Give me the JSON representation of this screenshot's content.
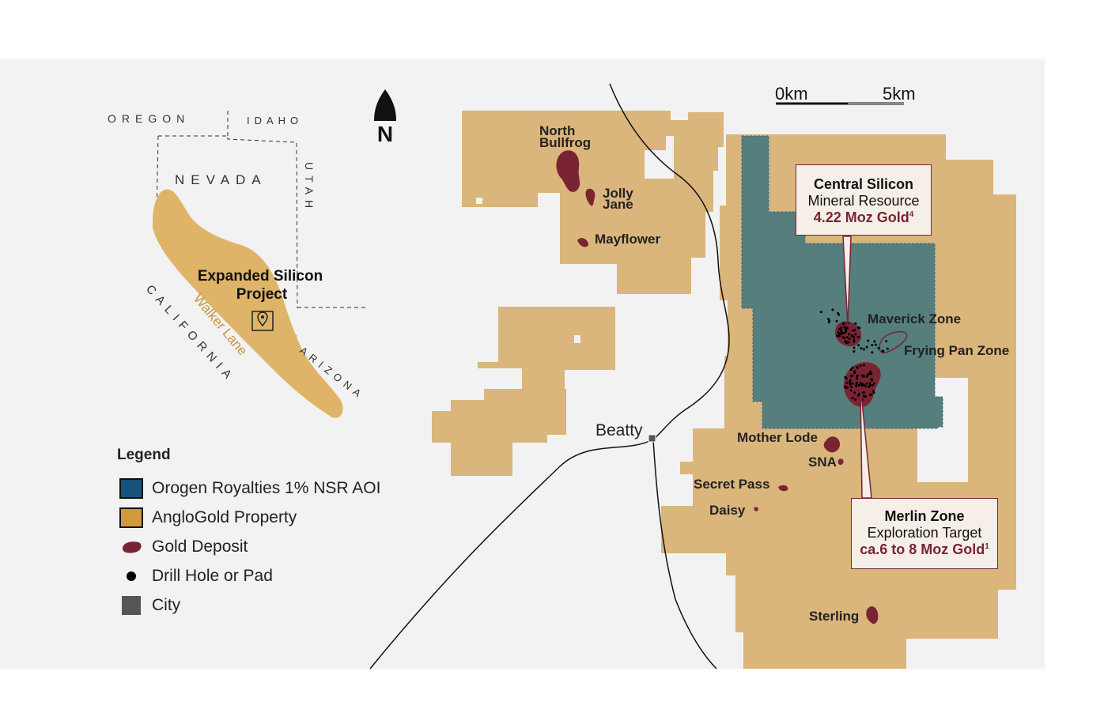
{
  "inset": {
    "states": [
      "OREGON",
      "IDAHO",
      "NEVADA",
      "UTAH",
      "CALIFORNIA",
      "ARIZONA"
    ],
    "project_label_line1": "Expanded Silicon",
    "project_label_line2": "Project",
    "trend_label": "Walker Lane"
  },
  "scale_bar": {
    "start": "0km",
    "end": "5km"
  },
  "north_letter": "N",
  "deposits": {
    "north_bullfrog_1": "North",
    "north_bullfrog_2": "Bullfrog",
    "jolly_jane_1": "Jolly",
    "jolly_jane_2": "Jane",
    "mayflower": "Mayflower",
    "maverick": "Maverick Zone",
    "frying_pan": "Frying Pan Zone",
    "mother_lode": "Mother Lode",
    "sna": "SNA",
    "secret_pass": "Secret Pass",
    "daisy": "Daisy",
    "sterling": "Sterling"
  },
  "city": "Beatty",
  "callouts": {
    "central": {
      "title": "Central Silicon",
      "subtitle": "Mineral Resource",
      "value": "4.22 Moz Gold",
      "note": "4"
    },
    "merlin": {
      "title": "Merlin Zone",
      "subtitle": "Exploration Target",
      "value": "ca.6 to 8 Moz Gold",
      "note": "1"
    }
  },
  "legend": {
    "title": "Legend",
    "items": [
      {
        "label": "Orogen Royalties 1% NSR AOI",
        "icon": "blue-square"
      },
      {
        "label": "AngloGold Property",
        "icon": "gold-square"
      },
      {
        "label": "Gold Deposit",
        "icon": "deposit-blob"
      },
      {
        "label": "Drill Hole or Pad",
        "icon": "dot"
      },
      {
        "label": "City",
        "icon": "gray-square"
      }
    ]
  },
  "colors": {
    "property": "#dab57c",
    "aoi": "#557e7d",
    "deposit": "#7a2433",
    "background": "#f2f2f2",
    "inset_project": "#dfb469"
  }
}
